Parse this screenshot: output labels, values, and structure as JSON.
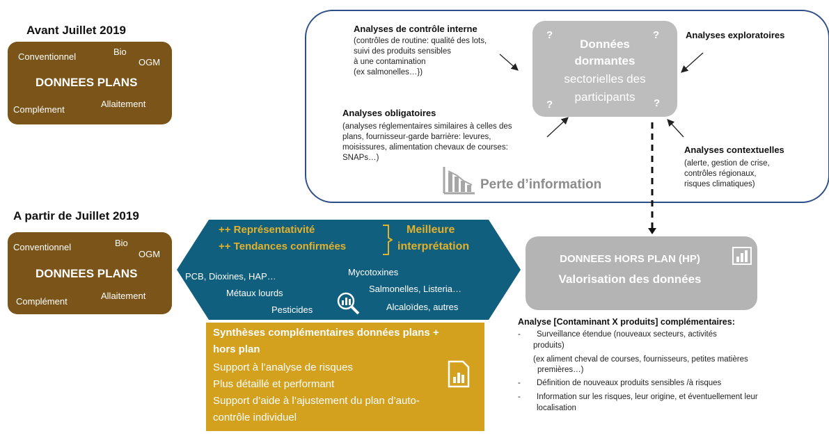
{
  "before": {
    "heading": "Avant Juillet 2019",
    "conventionnel": "Conventionnel",
    "bio": "Bio",
    "ogm": "OGM",
    "donnees_plans": "DONNEES PLANS",
    "complement": "Complément",
    "allaitement": "Allaitement"
  },
  "after": {
    "heading": "A partir de Juillet 2019",
    "conventionnel": "Conventionnel",
    "bio": "Bio",
    "ogm": "OGM",
    "donnees_plans": "DONNEES PLANS",
    "complement": "Complément",
    "allaitement": "Allaitement"
  },
  "cloud": {
    "center": {
      "line1": "Données",
      "line2": "dormantes",
      "line3": "sectorielles des",
      "line4": "participants",
      "q": "?"
    },
    "controle_interne": {
      "title": "Analyses de contrôle interne",
      "lines": [
        "(contrôles de routine: qualité des lots,",
        "suivi des produits sensibles",
        "à une contamination",
        "(ex salmonelles…})"
      ]
    },
    "exploratoires": {
      "title": "Analyses exploratoires"
    },
    "obligatoires": {
      "title": "Analyses obligatoires",
      "lines": [
        "(analyses réglementaires similaires à celles des",
        "plans, fournisseur-garde barrière: levures,",
        "moisissures, alimentation chevaux de courses:",
        "SNAPs…)"
      ]
    },
    "contextuelles": {
      "title": "Analyses contextuelles",
      "lines": [
        "(alerte, gestion de crise,",
        "contrôles régionaux,",
        "risques climatiques)"
      ]
    },
    "perte": "Perte d’information"
  },
  "hexagon": {
    "representativite": "++ Représentativité",
    "tendances": "++ Tendances confirmées",
    "meilleure1": "Meilleure",
    "meilleure2": "interprétation",
    "pcb": "PCB, Dioxines, HAP…",
    "metaux": "Métaux lourds",
    "pesticides": "Pesticides",
    "mycotoxines": "Mycotoxines",
    "salmonelles": "Salmonelles,  Listeria…",
    "alcaloides": "Alcaloïdes, autres"
  },
  "gold": {
    "title1": "Synthèses complémentaires données plans +",
    "title2": "hors plan",
    "l1": "Support à l’analyse de risques",
    "l2": "Plus détaillé et performant",
    "l3": "Support d’aide à l’ajustement du plan d’auto-",
    "l4": "contrôle individuel"
  },
  "hp": {
    "line1": "DONNEES HORS PLAN (HP)",
    "line2": "Valorisation des données"
  },
  "analyse": {
    "title": "Analyse [Contaminant X produits] complémentaires:",
    "dash": "-",
    "i1a": "Surveillance étendue (nouveaux secteurs, activités",
    "i1b": "produits)",
    "i1c": "(ex aliment cheval de courses, fournisseurs, petites matières",
    "i1d": "premières…)",
    "i2": "Définition de nouveaux produits sensibles /à risques",
    "i3a": "Information sur les risques, leur origine, et éventuellement leur",
    "i3b": "localisation"
  },
  "colors": {
    "brown": "#7a5418",
    "teal": "#115f7f",
    "gold": "#d4a11e",
    "grey": "#bdbdbd",
    "cloud_border": "#2d4f87"
  }
}
